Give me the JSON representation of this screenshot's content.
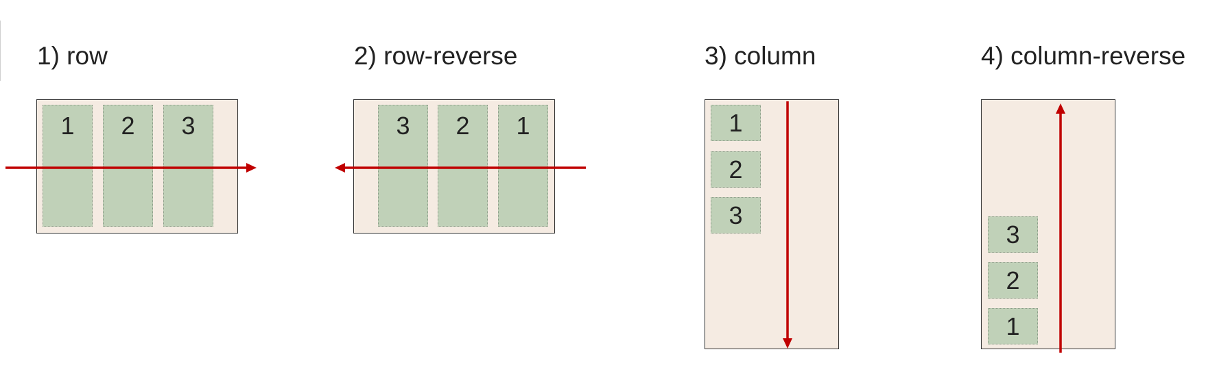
{
  "colors": {
    "container_fill": "#f5ebe2",
    "item_fill": "#c0d1b8",
    "arrow": "#c00000",
    "border": "#333333"
  },
  "panels": [
    {
      "title": "1) row",
      "items": [
        "1",
        "2",
        "3"
      ]
    },
    {
      "title": "2) row-reverse",
      "items": [
        "3",
        "2",
        "1"
      ]
    },
    {
      "title": "3) column",
      "items": [
        "1",
        "2",
        "3"
      ]
    },
    {
      "title": "4) column-reverse",
      "items": [
        "3",
        "2",
        "1"
      ]
    }
  ]
}
